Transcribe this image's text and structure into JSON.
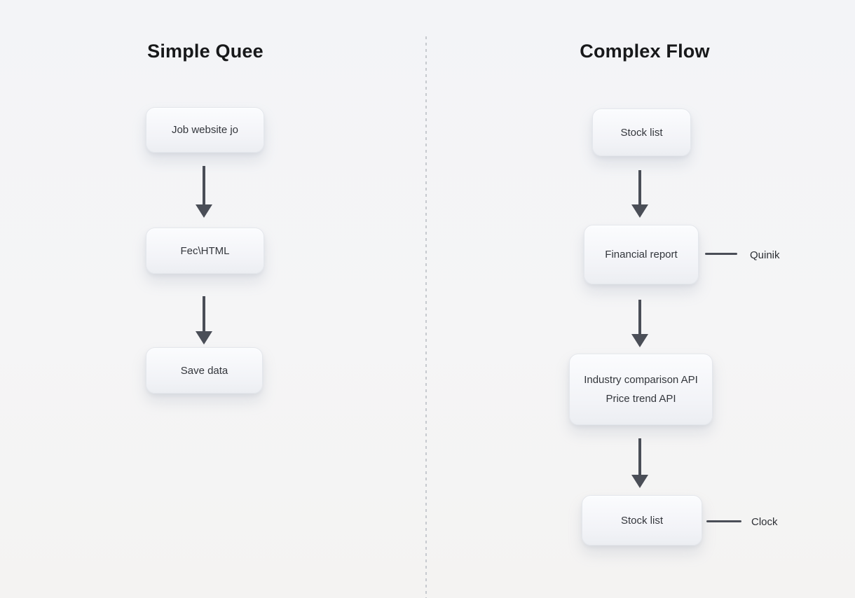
{
  "diagram": {
    "kind": "flowchart-comparison",
    "colors": {
      "background": "#f4f5f7",
      "node_background": "#f6f7fa",
      "node_border": "#e4e7ec",
      "arrow": "#4a4e57",
      "divider": "#c7cacf",
      "title_text": "#17181a",
      "node_text": "#33363c"
    },
    "flows": [
      {
        "title": "Simple Quee",
        "nodes": [
          {
            "label": "Job website jo"
          },
          {
            "label": "Fec\\HTML"
          },
          {
            "label": "Save data"
          }
        ]
      },
      {
        "title": "Complex Flow",
        "nodes": [
          {
            "label": "Stock list"
          },
          {
            "label": "Financial report",
            "side_label": "Quinik"
          },
          {
            "line1": "Industry comparison API",
            "line2": "Price trend API"
          },
          {
            "label": "Stock list",
            "side_label": "Clock"
          }
        ]
      }
    ]
  }
}
